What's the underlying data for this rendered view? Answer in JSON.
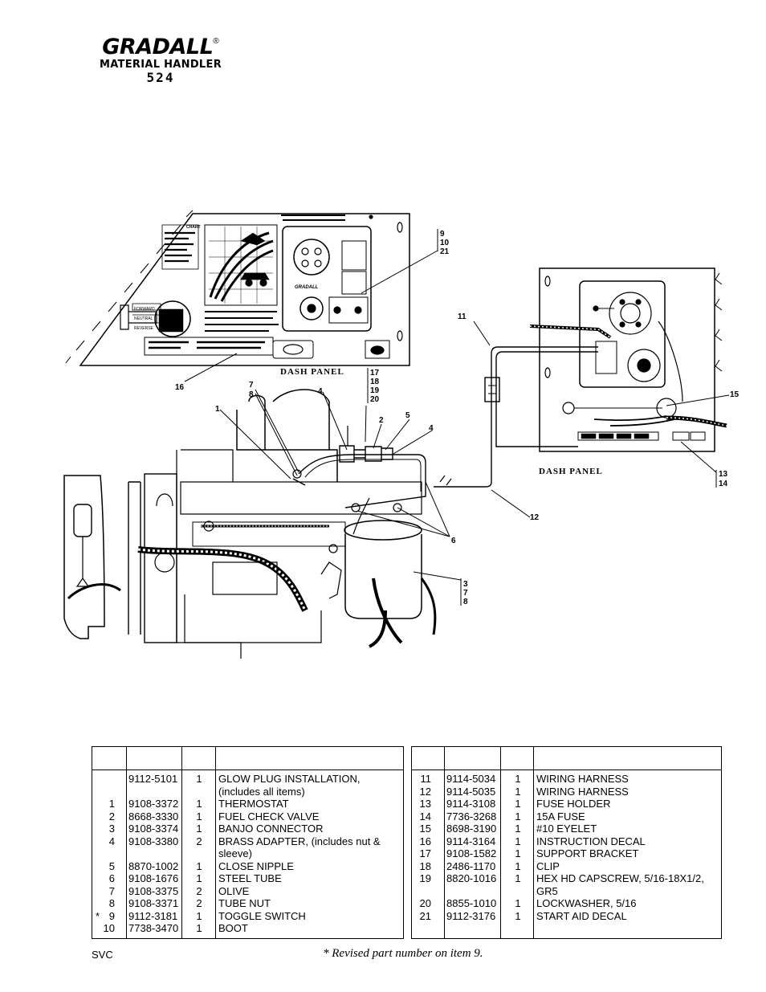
{
  "brand": {
    "name": "GRADALL",
    "registered": "®",
    "subtitle": "MATERIAL HANDLER",
    "model": "524"
  },
  "diagram": {
    "left_panel_label": "DASH PANEL",
    "right_panel_label": "DASH PANEL",
    "switch_labels": [
      "FORWARD",
      "NEUTRAL",
      "REVERSE"
    ],
    "chart_label": "CHART",
    "dial_brand": "GRADALL",
    "callouts": [
      "9",
      "10",
      "21",
      "11",
      "16",
      "7",
      "8",
      "4",
      "17",
      "18",
      "19",
      "20",
      "1",
      "2",
      "5",
      "4",
      "15",
      "13",
      "14",
      "12",
      "6",
      "3",
      "7",
      "8"
    ]
  },
  "parts_table": {
    "left": [
      {
        "item": "",
        "part": "9112-5101",
        "qty": "1",
        "desc": "GLOW PLUG INSTALLATION, (includes all items)",
        "star": ""
      },
      {
        "item": "1",
        "part": "9108-3372",
        "qty": "1",
        "desc": "THERMOSTAT",
        "star": ""
      },
      {
        "item": "2",
        "part": "8668-3330",
        "qty": "1",
        "desc": "FUEL CHECK VALVE",
        "star": ""
      },
      {
        "item": "3",
        "part": "9108-3374",
        "qty": "1",
        "desc": "BANJO CONNECTOR",
        "star": ""
      },
      {
        "item": "4",
        "part": "9108-3380",
        "qty": "2",
        "desc": "BRASS ADAPTER, (includes nut & sleeve)",
        "star": ""
      },
      {
        "item": "5",
        "part": "8870-1002",
        "qty": "1",
        "desc": "CLOSE NIPPLE",
        "star": ""
      },
      {
        "item": "6",
        "part": "9108-1676",
        "qty": "1",
        "desc": "STEEL TUBE",
        "star": ""
      },
      {
        "item": "7",
        "part": "9108-3375",
        "qty": "2",
        "desc": "OLIVE",
        "star": ""
      },
      {
        "item": "8",
        "part": "9108-3371",
        "qty": "2",
        "desc": "TUBE NUT",
        "star": ""
      },
      {
        "item": "9",
        "part": "9112-3181",
        "qty": "1",
        "desc": "TOGGLE SWITCH",
        "star": "*"
      },
      {
        "item": "10",
        "part": "7738-3470",
        "qty": "1",
        "desc": "BOOT",
        "star": ""
      }
    ],
    "right": [
      {
        "item": "11",
        "part": "9114-5034",
        "qty": "1",
        "desc": "WIRING HARNESS"
      },
      {
        "item": "12",
        "part": "9114-5035",
        "qty": "1",
        "desc": "WIRING HARNESS"
      },
      {
        "item": "13",
        "part": "9114-3108",
        "qty": "1",
        "desc": "FUSE HOLDER"
      },
      {
        "item": "14",
        "part": "7736-3268",
        "qty": "1",
        "desc": "15A FUSE"
      },
      {
        "item": "15",
        "part": "8698-3190",
        "qty": "1",
        "desc": "#10 EYELET"
      },
      {
        "item": "16",
        "part": "9114-3164",
        "qty": "1",
        "desc": "INSTRUCTION DECAL"
      },
      {
        "item": "17",
        "part": "9108-1582",
        "qty": "1",
        "desc": "SUPPORT BRACKET"
      },
      {
        "item": "18",
        "part": "2486-1170",
        "qty": "1",
        "desc": "CLIP"
      },
      {
        "item": "19",
        "part": "8820-1016",
        "qty": "1",
        "desc": "HEX HD CAPSCREW, 5/16-18X1/2, GR5"
      },
      {
        "item": "20",
        "part": "8855-1010",
        "qty": "1",
        "desc": "LOCKWASHER, 5/16"
      },
      {
        "item": "21",
        "part": "9112-3176",
        "qty": "1",
        "desc": "START AID DECAL"
      }
    ]
  },
  "footer": {
    "code": "SVC",
    "note": "* Revised part number on item 9."
  }
}
